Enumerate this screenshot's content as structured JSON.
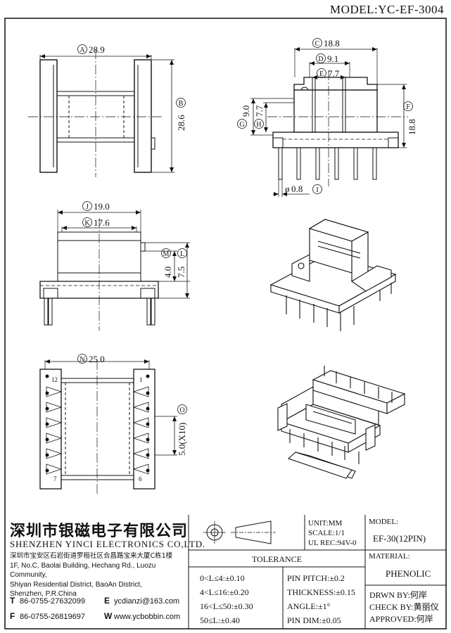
{
  "header": {
    "model": "MODEL:YC-EF-3004"
  },
  "dimensions": {
    "A": "28.9",
    "B": "28.6",
    "C": "18.8",
    "D": "9.1",
    "E": "7.7",
    "F": "18.8",
    "G": "9.0",
    "H": "7.7",
    "I": "0.8",
    "J": "19.0",
    "K": "17.6",
    "L": "7.5",
    "M": "4.0",
    "N": "25.0",
    "O": "5.0(X10)"
  },
  "dimension_letters": {
    "A": "A",
    "B": "B",
    "C": "C",
    "D": "D",
    "E": "E",
    "F": "F",
    "G": "G",
    "H": "H",
    "I": "I",
    "J": "J",
    "K": "K",
    "L": "L",
    "M": "M",
    "N": "N",
    "O": "O"
  },
  "symbols": {
    "diameter_prefix": "ø"
  },
  "pin_numbers": {
    "p12": "12",
    "p1": "1",
    "p7": "7",
    "p6": "6"
  },
  "company": {
    "name_cn": "深圳市银磁电子有限公司",
    "name_en": "SHENZHEN YINCI ELECTRONICS CO,LTD.",
    "address_cn": "深圳市宝安区石岩街道罗租社区合昌路宝来大厦C栋1楼",
    "address_en_1": "1F, No.C, Baolai Building, Hechang Rd., Luozu Community,",
    "address_en_2": "Shiyan Residential District, BaoAn District,",
    "address_en_3": "Shenzhen, P.R.China",
    "tel_label": "T",
    "tel": "86-0755-27632099",
    "fax_label": "F",
    "fax": "86-0755-26819697",
    "email_label": "E",
    "email": "ycdianzi@163.com",
    "web_label": "W",
    "web": "www.ycbobbin.com"
  },
  "unit_block": {
    "unit": "UNIT:MM",
    "scale": "SCALE:1/1",
    "ul": "UL REC:94V-0"
  },
  "tolerance": {
    "title": "TOLERANCE",
    "rows": [
      {
        "range": "0<L≤4:±0.10",
        "spec": "PIN PITCH:±0.2"
      },
      {
        "range": "4<L≤16:±0.20",
        "spec": "THICKNESS:±0.15"
      },
      {
        "range": "16<L≤50:±0.30",
        "spec": "ANGLE:±1°"
      },
      {
        "range": "50≤L:±0.40",
        "spec": "PIN DIM:±0.05"
      }
    ]
  },
  "model_block": {
    "label": "MODEL:",
    "value": "EF-30(12PIN)"
  },
  "material_block": {
    "label": "MATERIAL:",
    "value": "PHENOLIC"
  },
  "signoff": {
    "drawn": "DRWN BY:何岸",
    "checked": "CHECK BY:黄丽仪",
    "approved": "APPROVED:何岸"
  }
}
